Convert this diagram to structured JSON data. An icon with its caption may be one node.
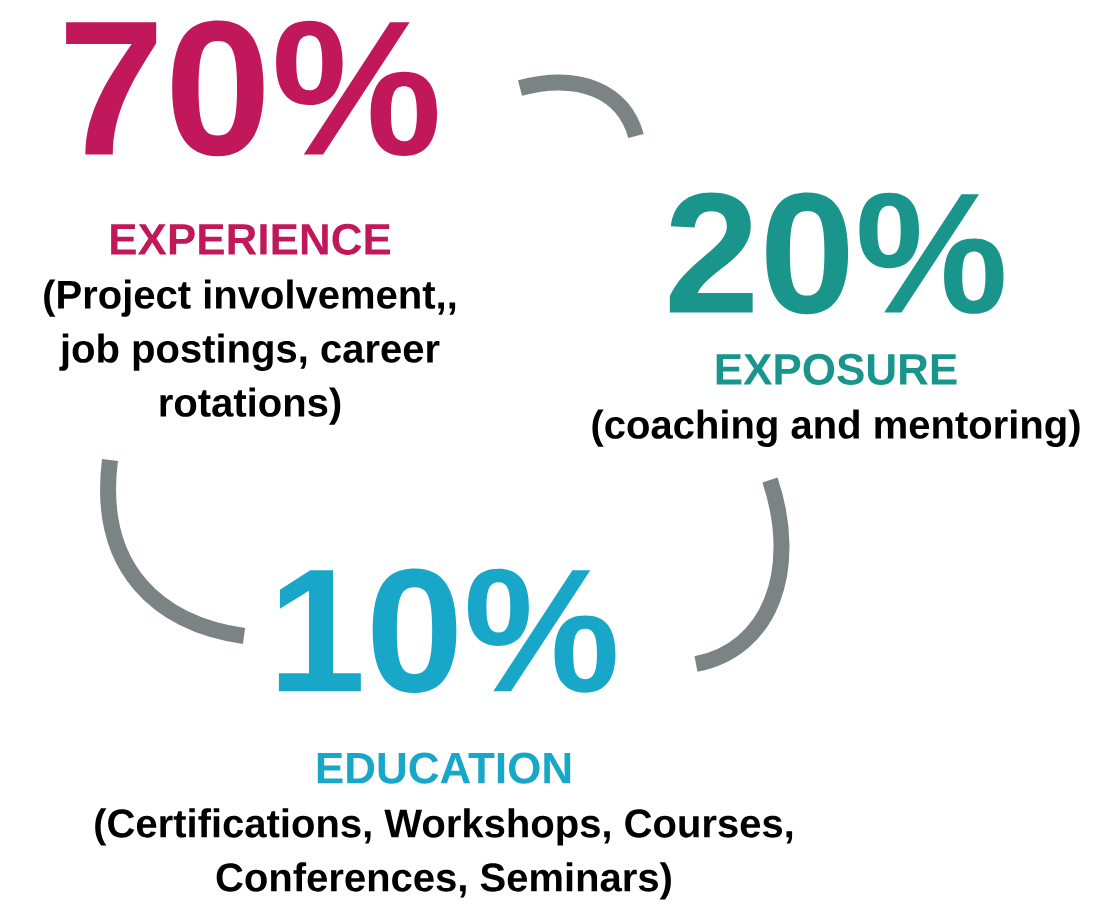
{
  "diagram": {
    "nodes": [
      {
        "text": [
          "70%",
          "EXPERIENCE",
          "(Project involvement,, job postings, career rotations)"
        ]
      },
      {
        "text": [
          "20%",
          "EXPOSURE",
          "(coaching and mentoring)"
        ]
      },
      {
        "text": [
          "10%",
          "EDUCATION",
          "(Certifications, Workshops, Courses, Conferences, Seminars)"
        ]
      }
    ],
    "edges": [
      {
        "from": 0,
        "to": 1,
        "arrow": "none"
      },
      {
        "from": 1,
        "to": 2,
        "arrow": "none"
      },
      {
        "from": 0,
        "to": 2,
        "arrow": "none"
      }
    ]
  }
}
